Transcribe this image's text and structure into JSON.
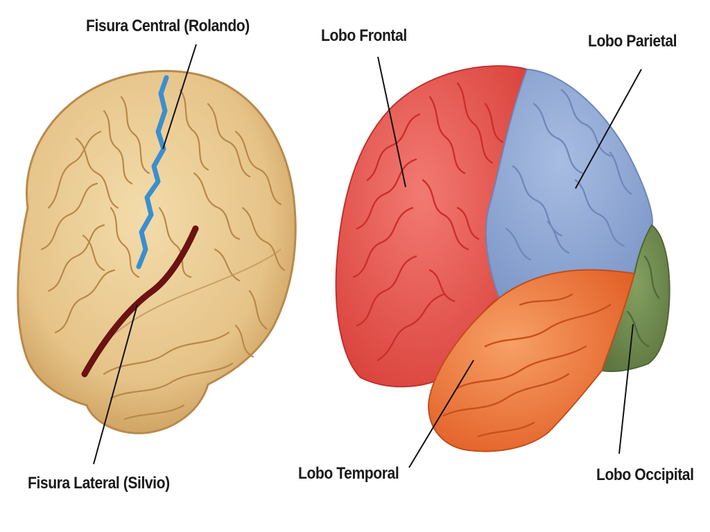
{
  "labels": {
    "central_fissure": "Fisura Central (Rolando)",
    "lateral_fissure": "Fisura Lateral (Silvio)",
    "frontal_lobe": "Lobo Frontal",
    "parietal_lobe": "Lobo Parietal",
    "temporal_lobe": "Lobo Temporal",
    "occipital_lobe": "Lobo Occipital"
  },
  "colors": {
    "brain_tan": "#e8c98c",
    "central_fissure": "#3a8fd0",
    "lateral_fissure": "#6b1212",
    "frontal": "#e8504a",
    "parietal": "#8fa8d6",
    "temporal": "#ee7a3a",
    "occipital": "#6f8a4e"
  }
}
